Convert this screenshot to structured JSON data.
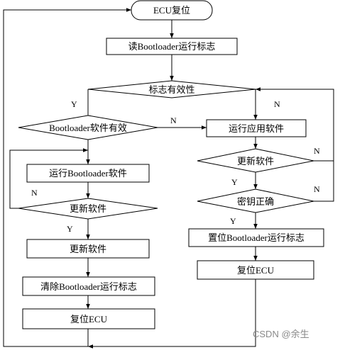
{
  "nodes": {
    "start": "ECU复位",
    "read_flag": "读Bootloader运行标志",
    "flag_valid": "标志有效性",
    "bootloader_valid": "Bootloader软件有效",
    "run_app": "运行应用软件",
    "run_bootloader": "运行Bootloader软件",
    "update_check_left": "更新软件",
    "update_check_right": "更新软件",
    "key_correct": "密钥正确",
    "update_action": "更新软件",
    "set_flag": "置位Bootloader运行标志",
    "clear_flag": "清除Bootloader运行标志",
    "reset_right": "复位ECU",
    "reset_left": "复位ECU"
  },
  "edge_labels": {
    "flag_valid_yes": "Y",
    "flag_valid_no": "N",
    "bootloader_valid_no": "N",
    "update_left_no": "N",
    "update_left_yes": "Y",
    "update_right_no": "N",
    "update_right_yes": "Y",
    "key_no": "N",
    "key_yes": "Y"
  },
  "watermark": "CSDN @余生"
}
